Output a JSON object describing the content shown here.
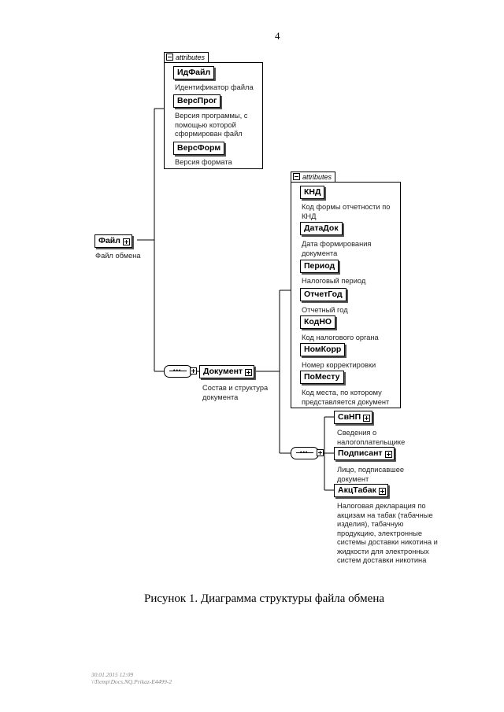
{
  "page_number": "4",
  "root": {
    "label": "Файл",
    "description": "Файл обмена"
  },
  "attributes_tab_label": "attributes",
  "file_attributes": [
    {
      "label": "ИдФайл",
      "description": "Идентификатор файла"
    },
    {
      "label": "ВерсПрог",
      "description": "Версия программы, с помощью которой сформирован файл"
    },
    {
      "label": "ВерсФорм",
      "description": "Версия формата"
    }
  ],
  "document": {
    "label": "Документ",
    "description": "Состав и структура документа"
  },
  "doc_attributes": [
    {
      "label": "КНД",
      "description": "Код формы отчетности по КНД"
    },
    {
      "label": "ДатаДок",
      "description": "Дата формирования документа"
    },
    {
      "label": "Период",
      "description": "Налоговый период"
    },
    {
      "label": "ОтчетГод",
      "description": "Отчетный год"
    },
    {
      "label": "КодНО",
      "description": "Код налогового органа"
    },
    {
      "label": "НомКорр",
      "description": "Номер корректировки"
    },
    {
      "label": "ПоМесту",
      "description": "Код места, по которому представляется документ"
    }
  ],
  "doc_children": [
    {
      "label": "СвНП",
      "description": "Сведения о налогоплательщике"
    },
    {
      "label": "Подписант",
      "description": "Лицо, подписавшее документ"
    },
    {
      "label": "АкцТабак",
      "description": "Налоговая декларация по акцизам на табак (табачные изделия), табачную продукцию, электронные системы доставки никотина и жидкости для электронных систем доставки никотина"
    }
  ],
  "caption": "Рисунок 1. Диаграмма структуры файла обмена",
  "footer": {
    "line1": "30.01.2015 12:09",
    "line2": "\\\\Tiemp\\Docs.NQ.Prikaz-E4499-2"
  }
}
